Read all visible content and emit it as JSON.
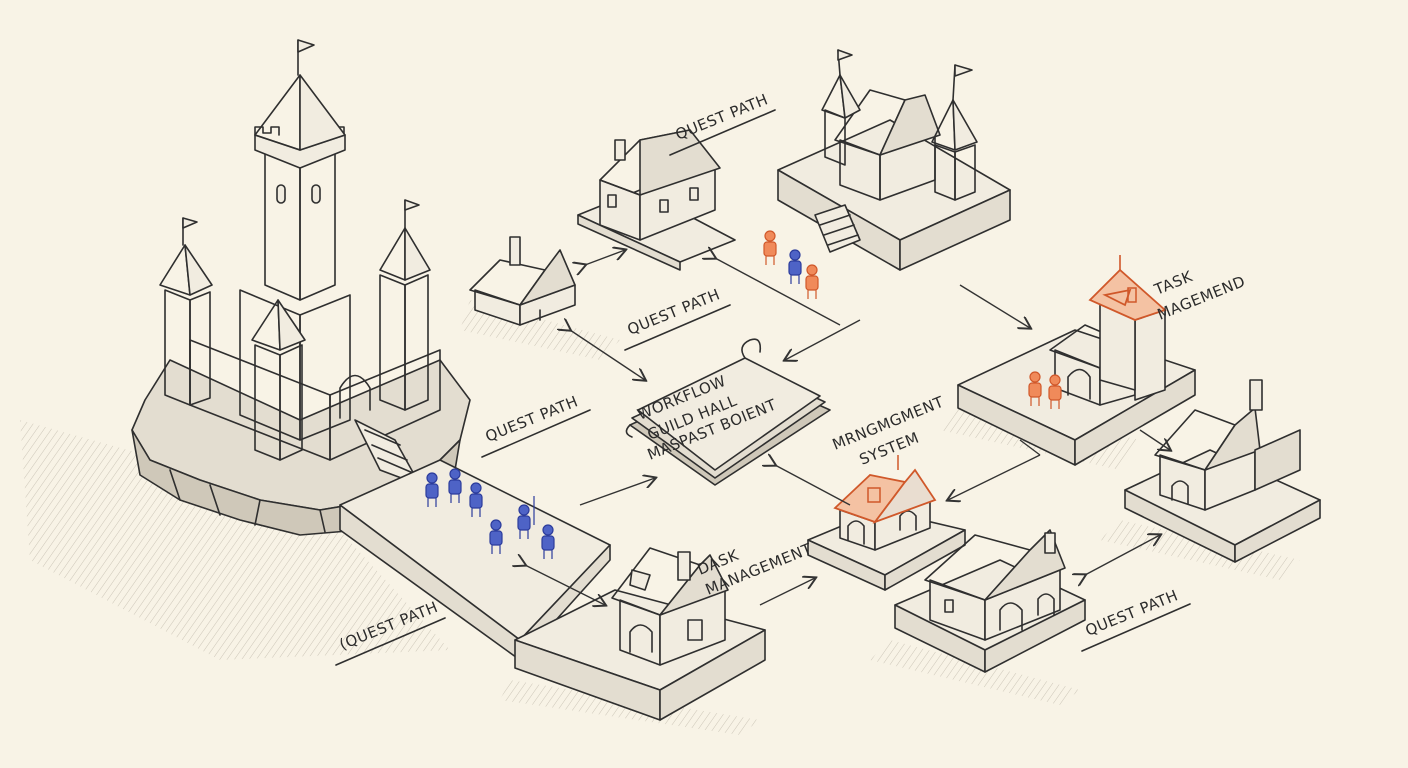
{
  "labels": {
    "quest_path_top": "QUEST PATH",
    "quest_path_mid": "QUEST PATH",
    "quest_path_left": "QUEST PATH",
    "quest_path_bottom_left": "(QUEST PATH",
    "quest_path_bottom_right": "QUEST PATH",
    "task_line1": "TASK",
    "task_line2": "MAGEMEND",
    "dask_line1": "DASK",
    "dask_line2": "MANAGEMENT",
    "mrng_line1": "MRNGMGMENT",
    "mrng_line2": "SYSTEM",
    "scroll_line1": "WORKFLOW",
    "scroll_line2": "GUILD HALL",
    "scroll_line3": "MASPAST BOIENT"
  },
  "colors": {
    "paper": "#f8f3e6",
    "ink": "#2f2f2f",
    "blue_team": "#2c3c9c",
    "orange_team": "#d0582a"
  }
}
